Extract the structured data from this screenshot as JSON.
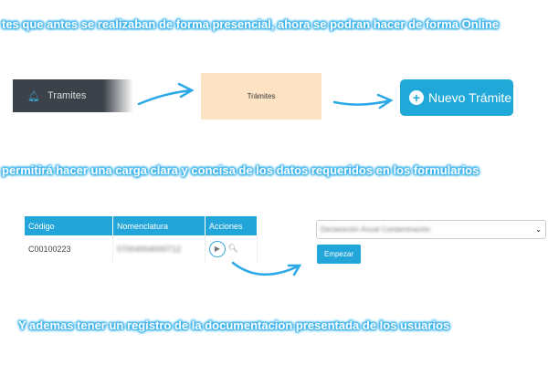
{
  "captions": [
    "tes que antes se realizaban de forma presencial, ahora se podran hacer de forma Online",
    "permitirá hacer una carga clara y concisa de los datos requeridos en los formularios",
    "Y ademas tener un registro de la documentacion presentada de los usuarios"
  ],
  "sidebar": {
    "item": "Tramites"
  },
  "card": {
    "title": "Trámites"
  },
  "new_button": {
    "label": "Nuevo Trámite"
  },
  "table": {
    "headers": [
      "Código",
      "Nomenclatura",
      "Acciones"
    ],
    "rows": [
      {
        "codigo": "C00100223",
        "nomenclatura": "07004004000712"
      }
    ]
  },
  "form": {
    "select_value": "Declaración Anual Contaminación",
    "start_button": "Empezar"
  }
}
